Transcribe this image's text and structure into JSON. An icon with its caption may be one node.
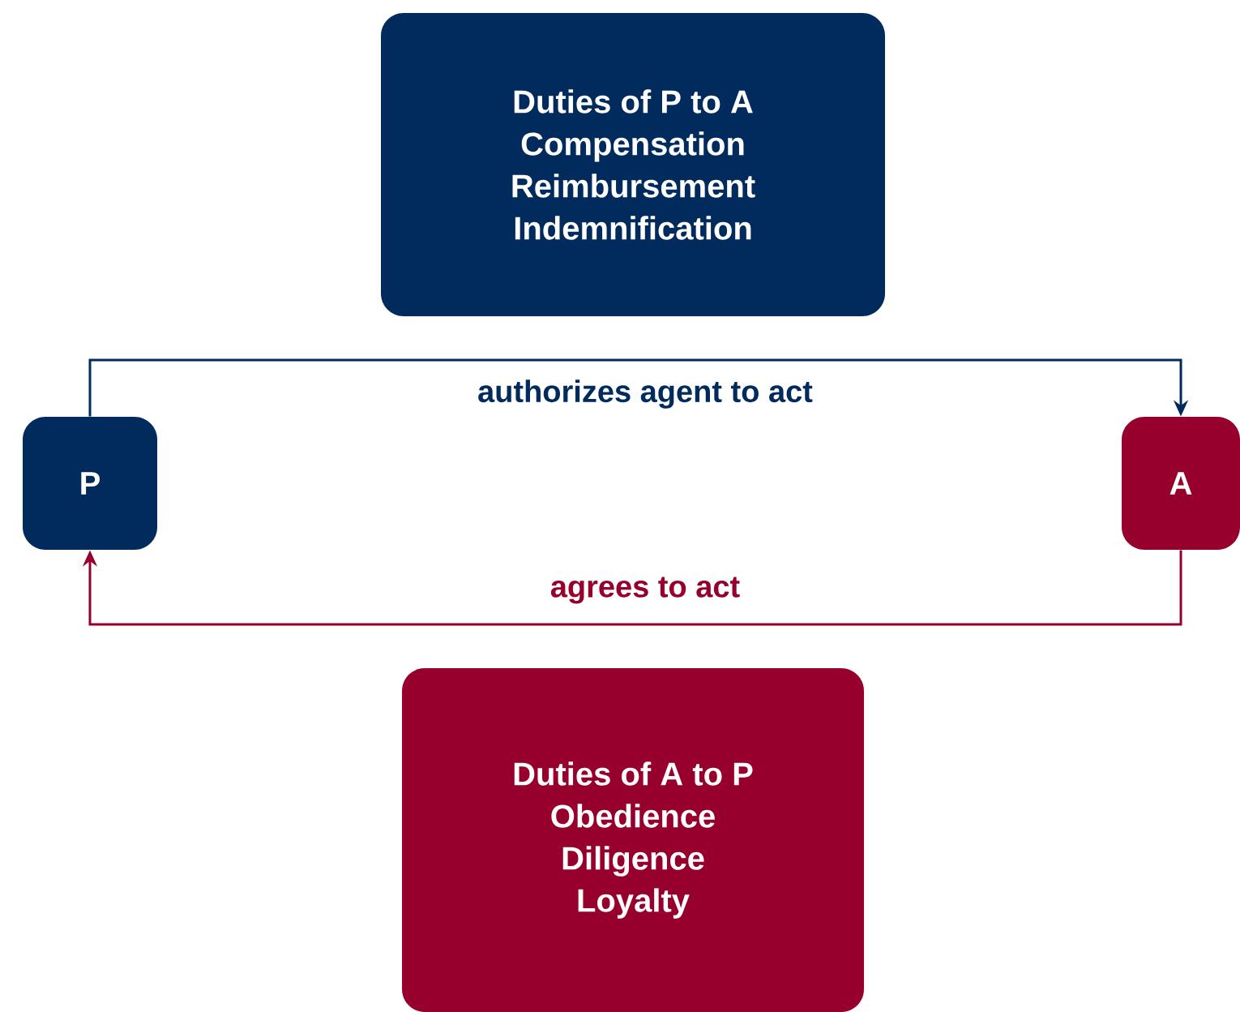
{
  "diagram": {
    "nodes": [
      {
        "text": [
          "Duties of P to A",
          "Compensation",
          "Reimbursement",
          "Indemnification"
        ]
      },
      {
        "text": [
          "P"
        ]
      },
      {
        "text": [
          "A"
        ]
      },
      {
        "text": [
          "Duties of A to P",
          "Obedience",
          "Diligence",
          "Loyalty"
        ]
      }
    ],
    "edges": [
      {
        "from": 1,
        "to": 2,
        "arrow": "to",
        "label": "authorizes agent to act",
        "color": "#002b5c"
      },
      {
        "from": 2,
        "to": 1,
        "arrow": "to",
        "label": "agrees to act",
        "color": "#97002d"
      }
    ]
  }
}
